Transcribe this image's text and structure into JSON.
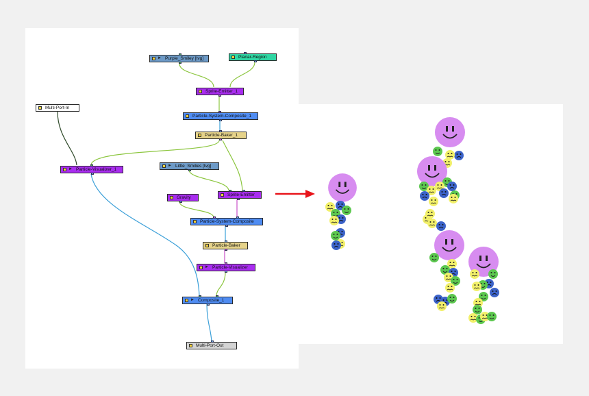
{
  "colors": {
    "module_blue": "#6d9ac7",
    "module_teal": "#2fd6a3",
    "module_purple": "#a92df0",
    "module_bright_blue": "#4f8cf2",
    "module_tan": "#e6d38a",
    "module_gray": "#d4d4d4",
    "module_white": "#ffffff",
    "cable_green": "#8cc63f",
    "cable_blue": "#3a9fd8",
    "cable_dark": "#2f4a2a",
    "arrow_red": "#e8141a",
    "smiley_purple": "#d78cf0",
    "smiley_green": "#5cc84f",
    "smiley_yellow": "#f2f06a",
    "smiley_blue": "#3c63c9"
  },
  "nodes": {
    "purple_smiley": "Purple_Smiley [tvg]",
    "planar_region": "Planar-Region",
    "sprite_emitter_1": "Sprite-Emitter_1",
    "particle_system_composite_1": "Particle-System-Composite_1",
    "particle_baker_1": "Particle-Baker_1",
    "multi_port_in": "Multi-Port-In",
    "particle_visualizer_1": "Particle-Visualizer_1",
    "little_smilies": "Little_Smilies [tvg]",
    "gravity": "Gravity",
    "sprite_emitter": "Sprite-Emitter",
    "particle_system_composite": "Particle-System-Composite",
    "particle_baker": "Particle-Baker",
    "particle_visualizer": "Particle-Visualizer",
    "composite_1": "Composite_1",
    "multi_port_out": "Multi-Port-Out"
  },
  "icons": {
    "arrow": "right-arrow-icon",
    "smiley": "smiley-face-icon",
    "node_square": "yellow-square-icon",
    "node_play": "play-triangle-icon"
  }
}
